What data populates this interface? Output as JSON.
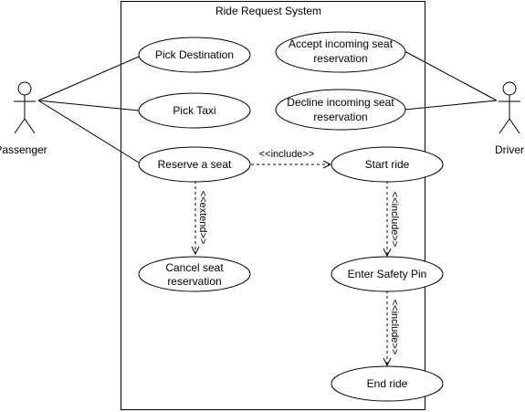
{
  "system": {
    "title": "Ride Request System"
  },
  "actors": {
    "passenger": {
      "label": "Passenger"
    },
    "driver": {
      "label": "Driver"
    }
  },
  "use_cases": {
    "pick_destination": [
      "Pick Destination"
    ],
    "pick_taxi": [
      "Pick Taxi"
    ],
    "reserve_seat": [
      "Reserve a seat"
    ],
    "cancel_reservation": [
      "Cancel seat",
      "reservation"
    ],
    "accept_reservation": [
      "Accept incoming seat",
      "reservation"
    ],
    "decline_reservation": [
      "Decline incoming seat",
      "reservation"
    ],
    "start_ride": [
      "Start ride"
    ],
    "enter_pin": [
      "Enter Safety Pin"
    ],
    "end_ride": [
      "End ride"
    ]
  },
  "relations": {
    "reserve_start": "<<include>>",
    "reserve_cancel": "<<extend>>",
    "start_pin": "<<include>>",
    "pin_end": "<<include>>"
  }
}
